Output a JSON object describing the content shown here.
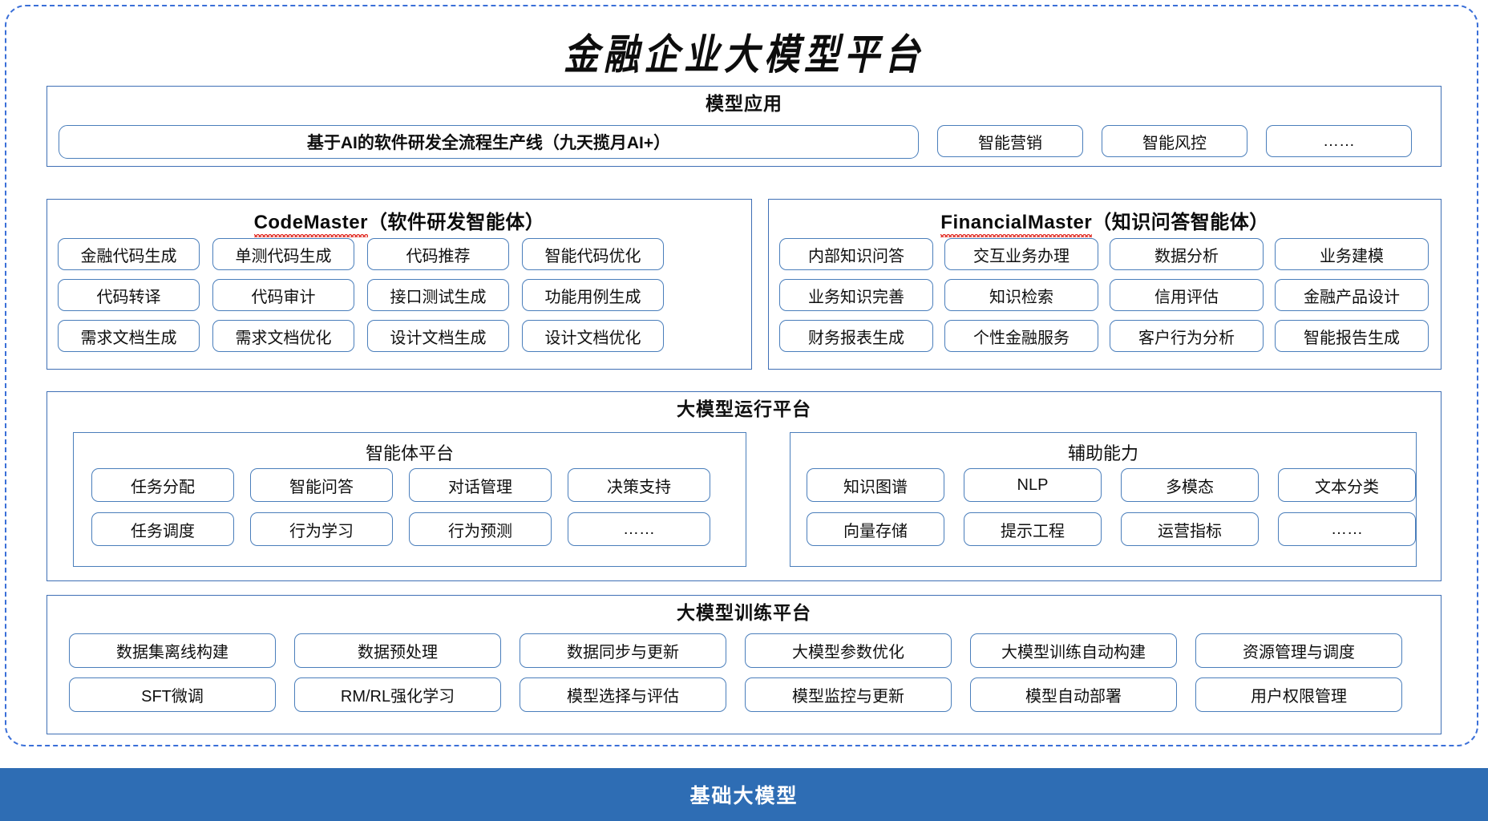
{
  "title": "金融企业大模型平台",
  "sections": {
    "application": {
      "header": "模型应用",
      "items": [
        "基于AI的软件研发全流程生产线（九天揽月AI+）",
        "智能营销",
        "智能风控",
        "……"
      ]
    },
    "code_master": {
      "name": "CodeMaster",
      "suffix": "（软件研发智能体）",
      "rows": [
        [
          "金融代码生成",
          "单测代码生成",
          "代码推荐",
          "智能代码优化"
        ],
        [
          "代码转译",
          "代码审计",
          "接口测试生成",
          "功能用例生成"
        ],
        [
          "需求文档生成",
          "需求文档优化",
          "设计文档生成",
          "设计文档优化"
        ]
      ]
    },
    "financial_master": {
      "name": "FinancialMaster",
      "suffix": "（知识问答智能体）",
      "rows": [
        [
          "内部知识问答",
          "交互业务办理",
          "数据分析",
          "业务建模"
        ],
        [
          "业务知识完善",
          "知识检索",
          "信用评估",
          "金融产品设计"
        ],
        [
          "财务报表生成",
          "个性金融服务",
          "客户行为分析",
          "智能报告生成"
        ]
      ]
    },
    "run_platform": {
      "header": "大模型运行平台",
      "agent_platform": {
        "title": "智能体平台",
        "rows": [
          [
            "任务分配",
            "智能问答",
            "对话管理",
            "决策支持"
          ],
          [
            "任务调度",
            "行为学习",
            "行为预测",
            "……"
          ]
        ]
      },
      "aux_capability": {
        "title": "辅助能力",
        "rows": [
          [
            "知识图谱",
            "NLP",
            "多模态",
            "文本分类"
          ],
          [
            "向量存储",
            "提示工程",
            "运营指标",
            "……"
          ]
        ]
      }
    },
    "train_platform": {
      "header": "大模型训练平台",
      "rows": [
        [
          "数据集离线构建",
          "数据预处理",
          "数据同步与更新",
          "大模型参数优化",
          "大模型训练自动构建",
          "资源管理与调度"
        ],
        [
          "SFT微调",
          "RM/RL强化学习",
          "模型选择与评估",
          "模型监控与更新",
          "模型自动部署",
          "用户权限管理"
        ]
      ]
    },
    "base_model": {
      "label": "基础大模型"
    }
  },
  "colors": {
    "accent_blue": "#2e6db4",
    "border_blue": "#4a7ebb",
    "dashed_blue": "#3a6fd8",
    "spellcheck_red": "#e2342c"
  }
}
